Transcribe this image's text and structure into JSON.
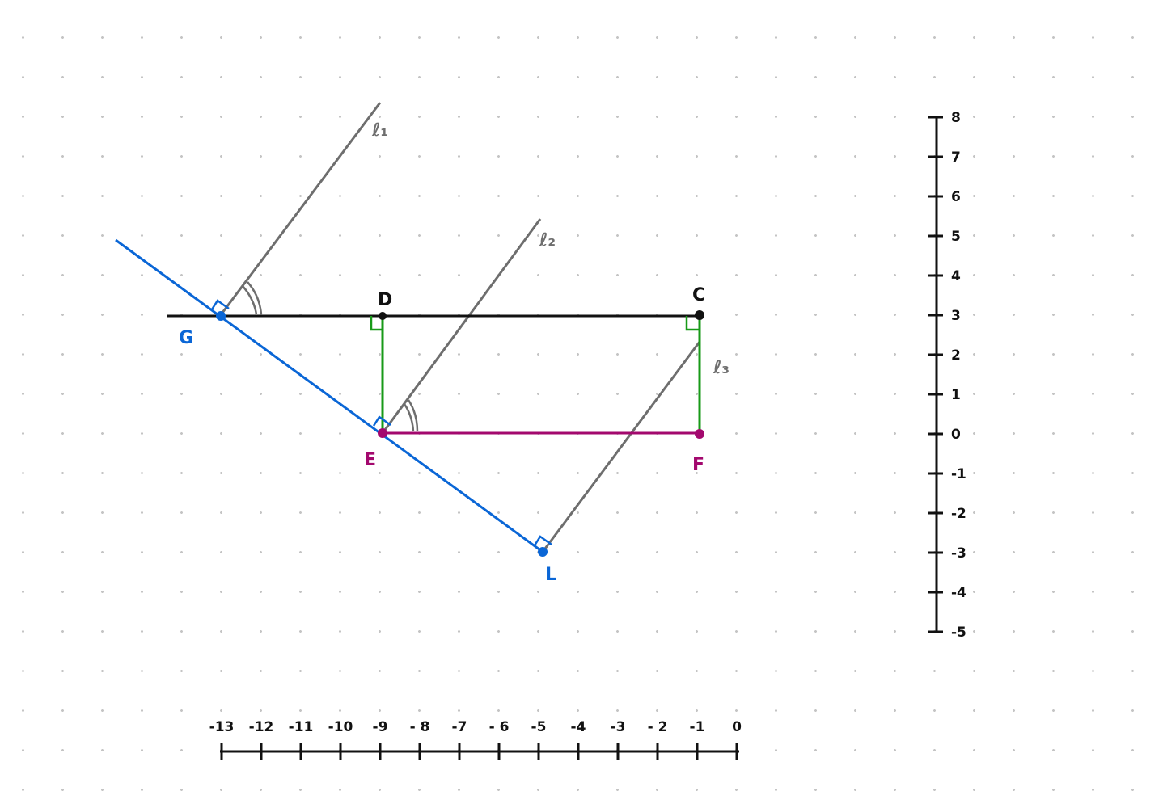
{
  "colors": {
    "black": "#111111",
    "gray": "#6e6e6e",
    "blue": "#0a66d6",
    "green": "#189a18",
    "magenta": "#a3086e"
  },
  "points": {
    "G": "G",
    "D": "D",
    "C": "C",
    "E": "E",
    "F": "F",
    "L": "L"
  },
  "lines": {
    "l1": "ℓ₁",
    "l2": "ℓ₂",
    "l3": "ℓ₃"
  },
  "x_axis": {
    "ticks": [
      "-13",
      "-12",
      "-11",
      "-10",
      "-9",
      "- 8",
      "-7",
      "- 6",
      "-5",
      "-4",
      "-3",
      "- 2",
      "-1",
      "0"
    ]
  },
  "y_axis": {
    "ticks": [
      "8",
      "7",
      "6",
      "5",
      "4",
      "3",
      "2",
      "1",
      "0",
      "-1",
      "-2",
      "-3",
      "-4",
      "-5"
    ]
  }
}
